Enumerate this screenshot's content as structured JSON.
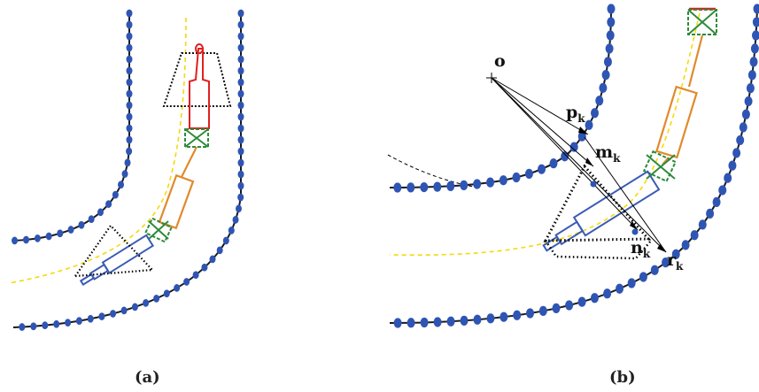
{
  "panels": [
    {
      "caption": "(a)"
    },
    {
      "caption": "(b)"
    }
  ],
  "labels": {
    "o": "o",
    "p": {
      "main": "p",
      "sub": "k"
    },
    "m": {
      "main": "m",
      "sub": "k"
    },
    "n": {
      "main": "n",
      "sub": "k"
    },
    "r": {
      "main": "r",
      "sub": "k"
    }
  },
  "colors": {
    "wall_line": "#1a1a1a",
    "wall_marker": "#2f55b4",
    "centerline": "#f5d90a",
    "tractor": "#3b5bb5",
    "trailer": "#e08a2c",
    "axle": "#2e8b3a",
    "sensor_top": "#e02020",
    "fov": "#111111",
    "fov_dots": "#000000",
    "construction": "#000000"
  },
  "legend_icons": [
    "crosshair-icon"
  ]
}
